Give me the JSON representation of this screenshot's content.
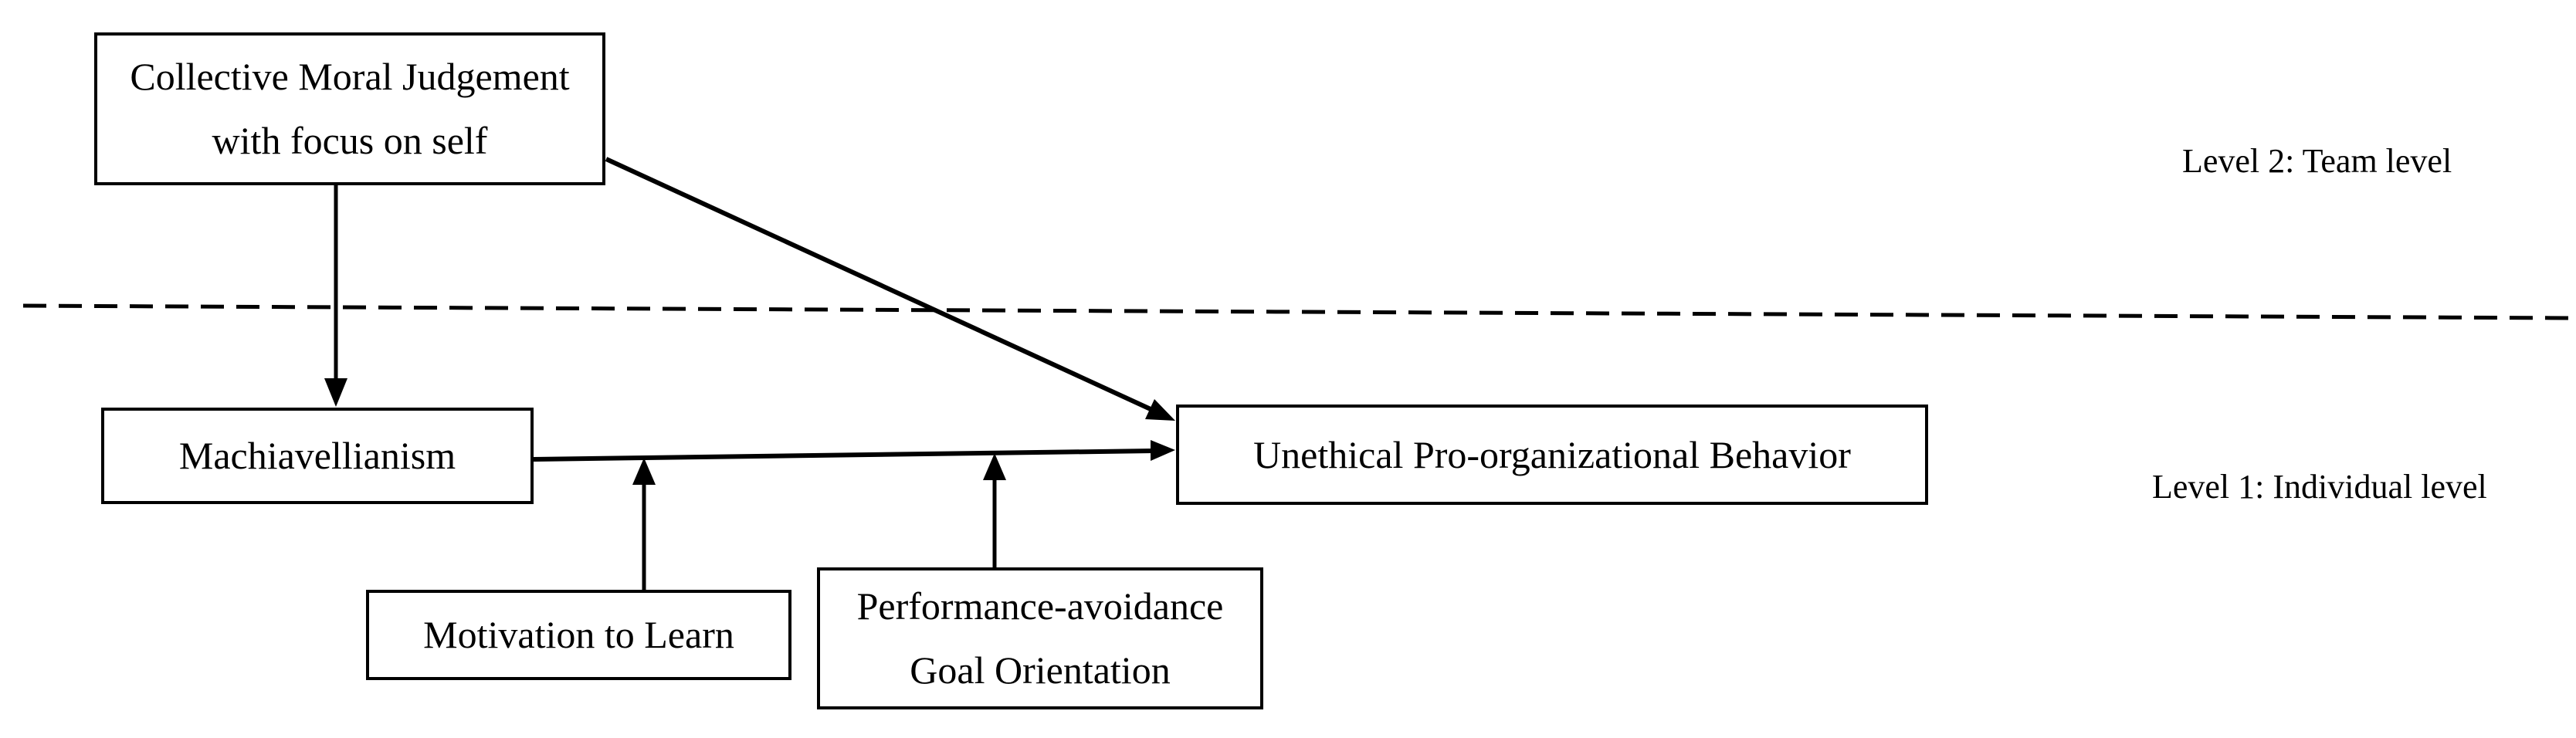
{
  "diagram": {
    "nodes": {
      "collective_moral_judgement": {
        "line1": "Collective Moral Judgement",
        "line2": "with focus on self"
      },
      "machiavellianism": {
        "label": "Machiavellianism"
      },
      "unethical_pro_organizational_behavior": {
        "label": "Unethical Pro-organizational Behavior"
      },
      "motivation_to_learn": {
        "label": "Motivation to Learn"
      },
      "performance_avoidance_goal_orientation": {
        "line1": "Performance-avoidance",
        "line2": "Goal Orientation"
      }
    },
    "level_labels": {
      "level2": "Level 2: Team level",
      "level1": "Level 1: Individual level"
    },
    "colors": {
      "line": "#000000",
      "text": "#000000",
      "background": "#ffffff"
    }
  }
}
